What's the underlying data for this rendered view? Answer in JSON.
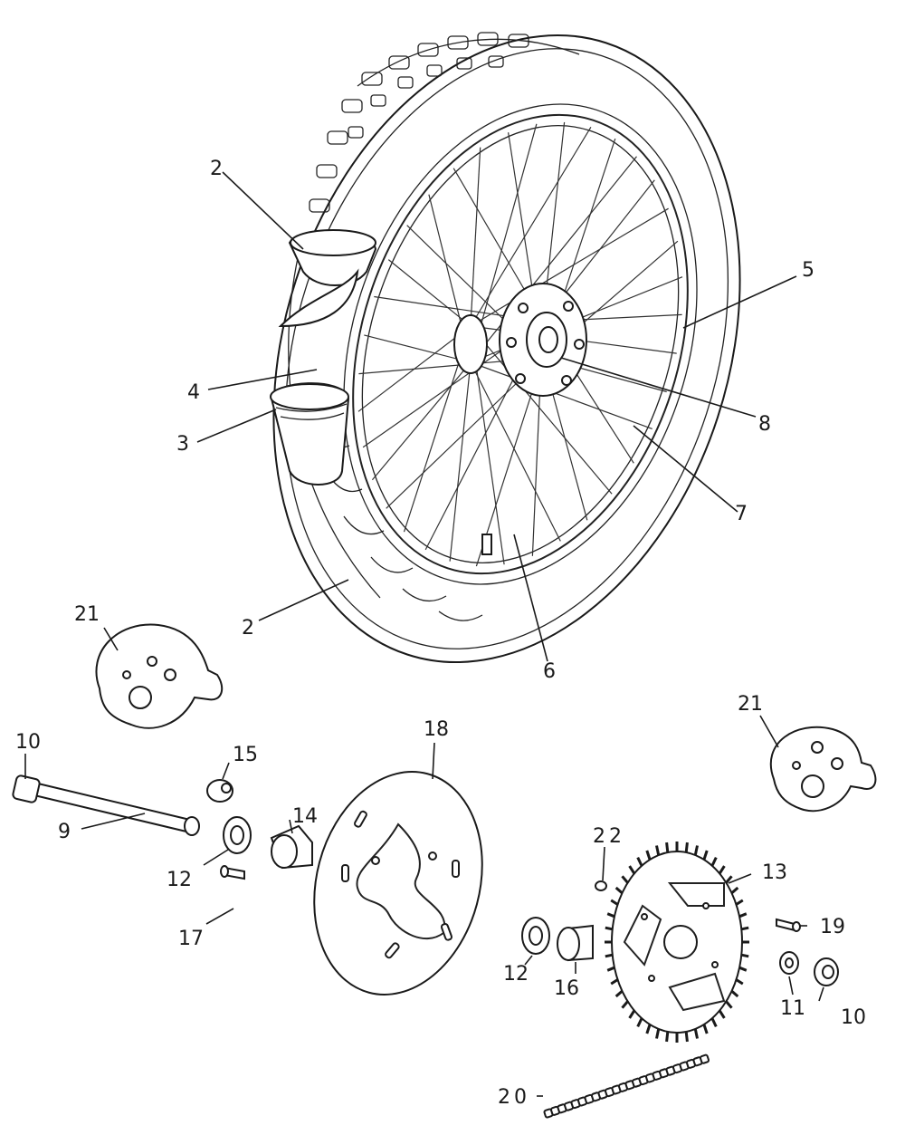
{
  "callouts": [
    {
      "id": "c2a",
      "text": "2"
    },
    {
      "id": "c2b",
      "text": "2"
    },
    {
      "id": "c3",
      "text": "3"
    },
    {
      "id": "c4",
      "text": "4"
    },
    {
      "id": "c5",
      "text": "5"
    },
    {
      "id": "c6",
      "text": "6"
    },
    {
      "id": "c7",
      "text": "7"
    },
    {
      "id": "c8",
      "text": "8"
    },
    {
      "id": "c9",
      "text": "9"
    },
    {
      "id": "c10a",
      "text": "10"
    },
    {
      "id": "c10b",
      "text": "10"
    },
    {
      "id": "c11",
      "text": "11"
    },
    {
      "id": "c12a",
      "text": "12"
    },
    {
      "id": "c12b",
      "text": "12"
    },
    {
      "id": "c13",
      "text": "13"
    },
    {
      "id": "c14",
      "text": "14"
    },
    {
      "id": "c15",
      "text": "15"
    },
    {
      "id": "c16",
      "text": "16"
    },
    {
      "id": "c17",
      "text": "17"
    },
    {
      "id": "c18",
      "text": "18"
    },
    {
      "id": "c19",
      "text": "19"
    },
    {
      "id": "c20",
      "text": "20"
    },
    {
      "id": "c21a",
      "text": "21"
    },
    {
      "id": "c21b",
      "text": "21"
    },
    {
      "id": "c22",
      "text": "22"
    }
  ]
}
